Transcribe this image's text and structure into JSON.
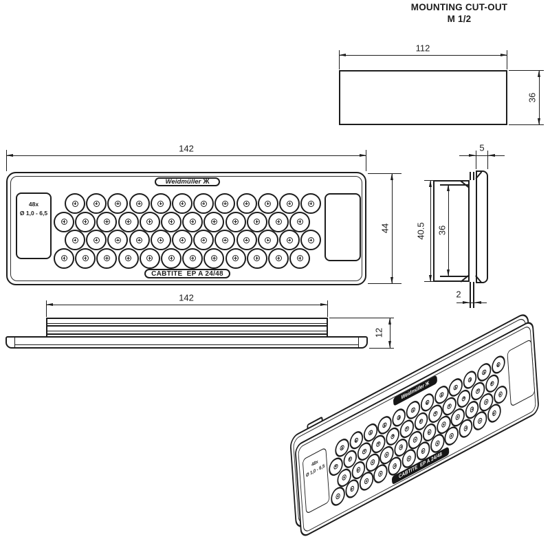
{
  "title": {
    "line1": "MOUNTING CUT-OUT",
    "line2": "M 1/2"
  },
  "colors": {
    "line": "#1c1c1c",
    "background": "#ffffff",
    "label_fill": "#161616"
  },
  "icons": {
    "brand_mark": "Ж"
  },
  "views": {
    "mounting_cutout": {
      "width_dim": "112",
      "height_dim": "36"
    },
    "front": {
      "width_dim": "142",
      "height_dim": "44",
      "brand": "Weidmüller",
      "entries_count_label": "48x",
      "diameter_range_label": "Ø 1,0 - 6,5",
      "product_label": "CABTITE  EP A 24/48",
      "grommets": {
        "total": 48,
        "rows": [
          12,
          12,
          12,
          12
        ]
      }
    },
    "side": {
      "flange_thickness_dim": "5",
      "overall_height_dim": "40.5",
      "inner_height_dim": "36",
      "plate_thickness_dim": "2"
    },
    "profile": {
      "width_dim": "142",
      "height_dim": "12"
    },
    "isometric": {
      "brand": "Weidmüller",
      "entries_count_label": "48x",
      "diameter_range_label": "Ø 1,0 - 6,5",
      "product_label": "CABTITE  EP A 24/48"
    }
  }
}
